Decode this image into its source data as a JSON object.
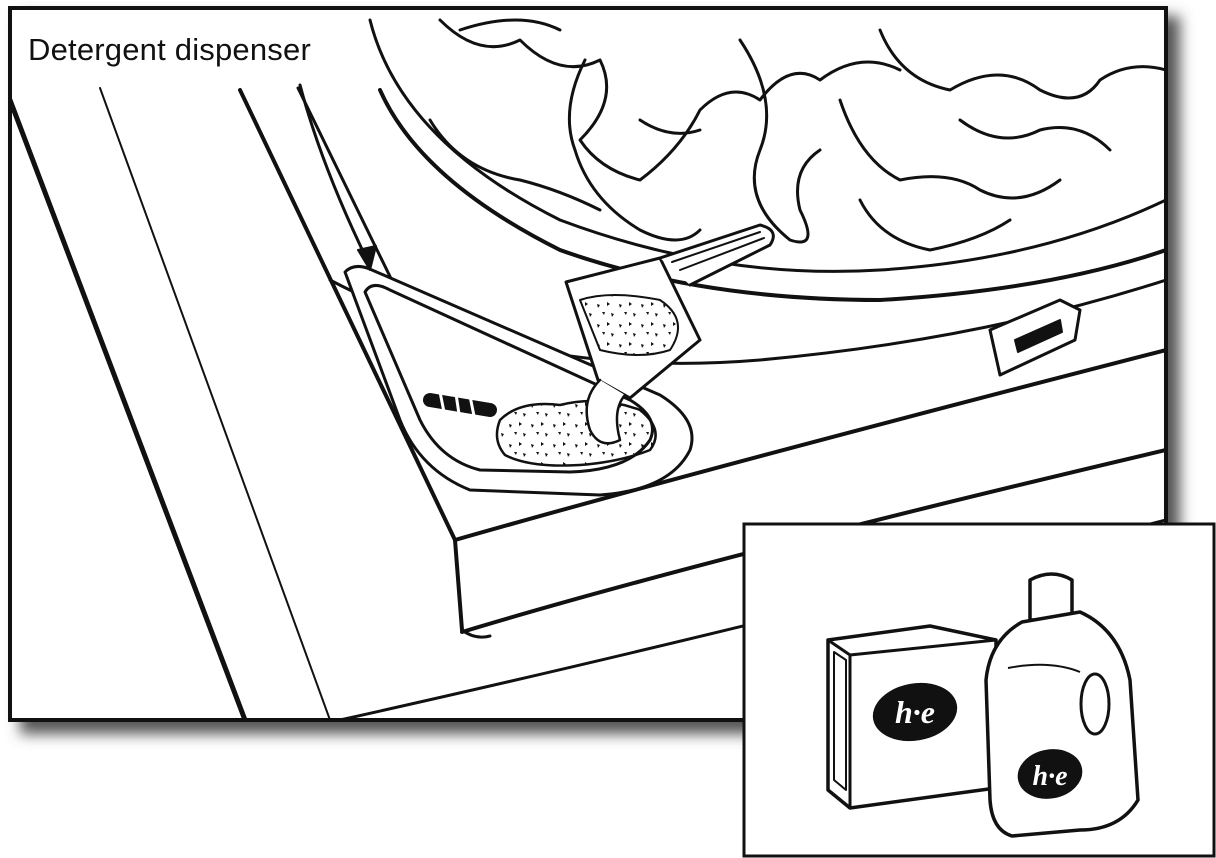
{
  "caption": "Detergent dispenser",
  "logo": {
    "box": "h·e",
    "bottle": "h·e"
  },
  "colors": {
    "ink": "#111111",
    "paper": "#ffffff",
    "shadow": "#555555"
  }
}
